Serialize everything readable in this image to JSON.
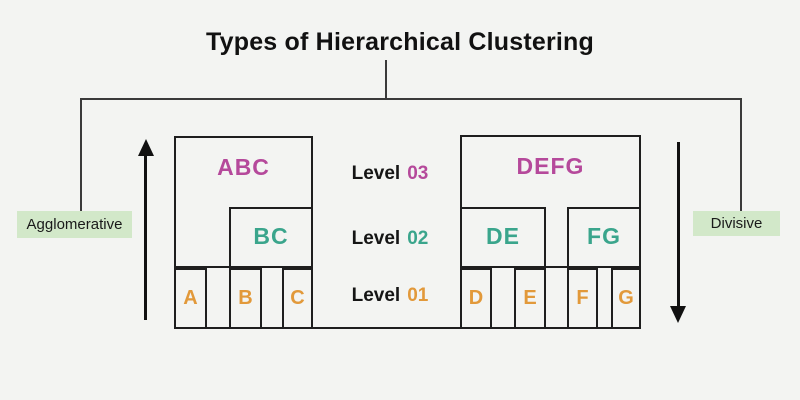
{
  "title": "Types of Hierarchical Clustering",
  "branches": {
    "left_label": "Agglomerative",
    "right_label": "Divisive"
  },
  "levels": [
    {
      "label": "Level",
      "number": "03"
    },
    {
      "label": "Level",
      "number": "02"
    },
    {
      "label": "Level",
      "number": "01"
    }
  ],
  "left_tree": {
    "root": "ABC",
    "mid": "BC",
    "leaves": [
      "A",
      "B",
      "C"
    ]
  },
  "right_tree": {
    "root": "DEFG",
    "mids": [
      "DE",
      "FG"
    ],
    "leaves": [
      "D",
      "E",
      "F",
      "G"
    ]
  },
  "icons": {
    "left_arrow": "up-arrow",
    "right_arrow": "down-arrow"
  },
  "colors": {
    "bg": "#f3f4f2",
    "line": "#1e1e1e",
    "connector": "#3a3a3a",
    "magenta": "#b5499b",
    "teal": "#3aa58c",
    "orange": "#e2993a",
    "tag_bg": "#d2e8c9"
  }
}
